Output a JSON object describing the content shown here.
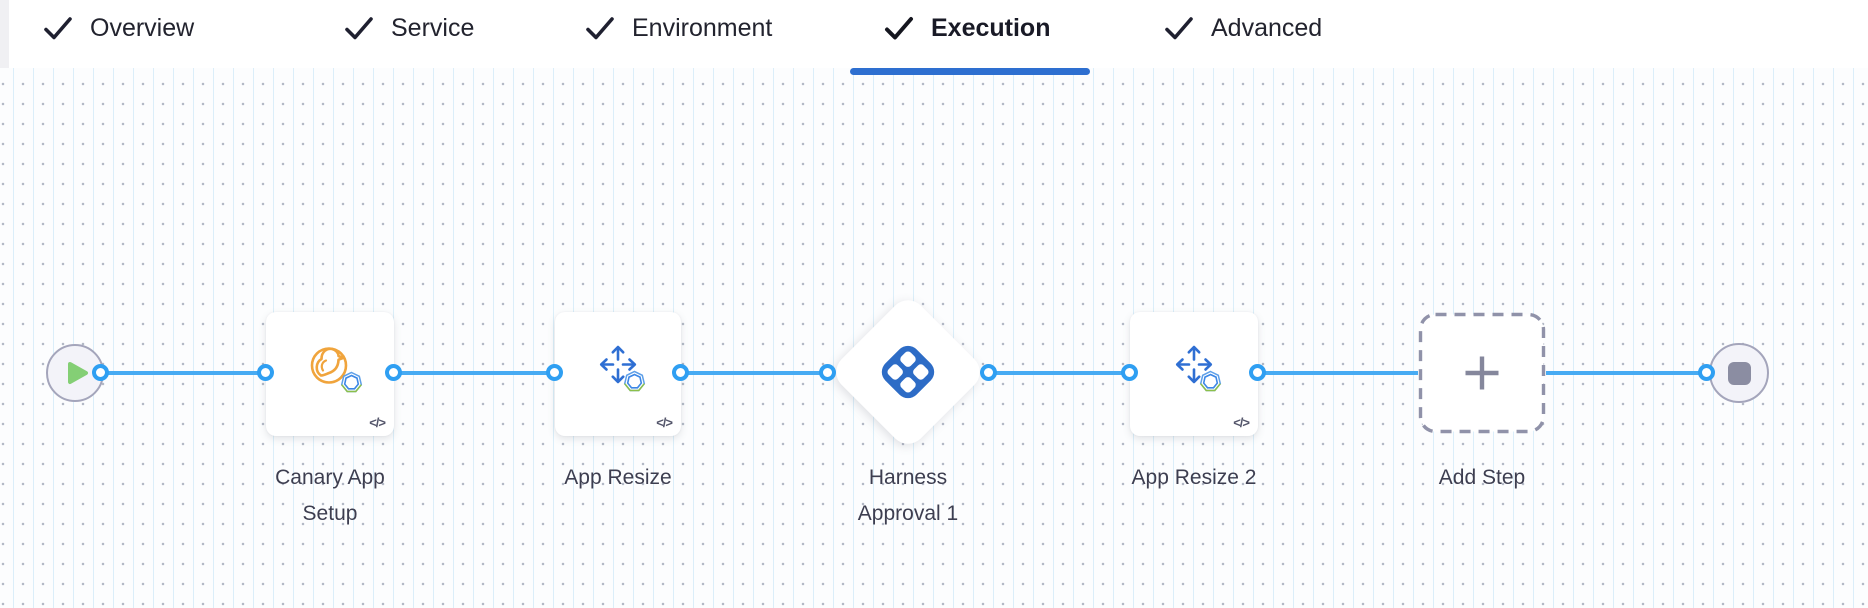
{
  "header": {
    "tabs": [
      {
        "label": "Overview",
        "checked": true,
        "active": false
      },
      {
        "label": "Service",
        "checked": true,
        "active": false
      },
      {
        "label": "Environment",
        "checked": true,
        "active": false
      },
      {
        "label": "Execution",
        "checked": true,
        "active": true
      },
      {
        "label": "Advanced",
        "checked": true,
        "active": false
      }
    ]
  },
  "pipeline": {
    "steps": [
      {
        "label": "Canary App Setup",
        "type": "step",
        "icon": "canary-icon"
      },
      {
        "label": "App Resize",
        "type": "step",
        "icon": "resize-icon"
      },
      {
        "label": "Harness Approval 1",
        "type": "approval",
        "icon": "harness-logo-icon"
      },
      {
        "label": "App Resize 2",
        "type": "step",
        "icon": "resize-icon"
      },
      {
        "label": "Add Step",
        "type": "add-step",
        "icon": "plus-icon"
      }
    ],
    "code_badge_glyph": "</>"
  },
  "colors": {
    "active_tab_underline": "#2e6fd0",
    "connector_line": "#47abf3",
    "connector_port": "#2f9ff2",
    "canary_orange": "#f0a43c",
    "resize_blue": "#2f6fd3",
    "harness_blue": "#2d6cc6",
    "play_green": "#84cf75",
    "stop_gray": "#8b8da2",
    "label_text": "#3d3e50"
  }
}
